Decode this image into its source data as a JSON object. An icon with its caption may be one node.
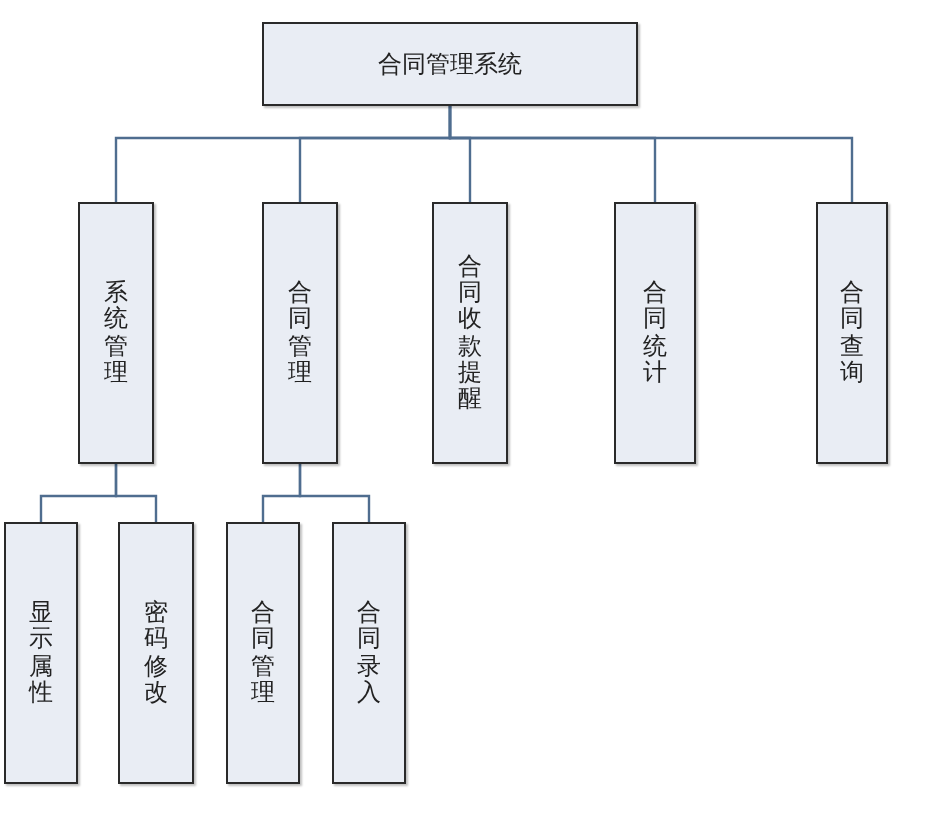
{
  "diagram": {
    "nodes": [
      {
        "text": [
          "合同管理系统"
        ]
      },
      {
        "text": [
          "系统管理"
        ]
      },
      {
        "text": [
          "合同管理"
        ]
      },
      {
        "text": [
          "合同收款提醒"
        ]
      },
      {
        "text": [
          "合同统计"
        ]
      },
      {
        "text": [
          "合同查询"
        ]
      },
      {
        "text": [
          "显示属性"
        ]
      },
      {
        "text": [
          "密码修改"
        ]
      },
      {
        "text": [
          "合同管理"
        ]
      },
      {
        "text": [
          "合同录入"
        ]
      }
    ],
    "edges": [
      {
        "from": 0,
        "to": 1,
        "arrow": "none"
      },
      {
        "from": 0,
        "to": 2,
        "arrow": "none"
      },
      {
        "from": 0,
        "to": 3,
        "arrow": "none"
      },
      {
        "from": 0,
        "to": 4,
        "arrow": "none"
      },
      {
        "from": 0,
        "to": 5,
        "arrow": "none"
      },
      {
        "from": 1,
        "to": 6,
        "arrow": "none"
      },
      {
        "from": 1,
        "to": 7,
        "arrow": "none"
      },
      {
        "from": 2,
        "to": 8,
        "arrow": "none"
      },
      {
        "from": 2,
        "to": 9,
        "arrow": "none"
      }
    ]
  }
}
